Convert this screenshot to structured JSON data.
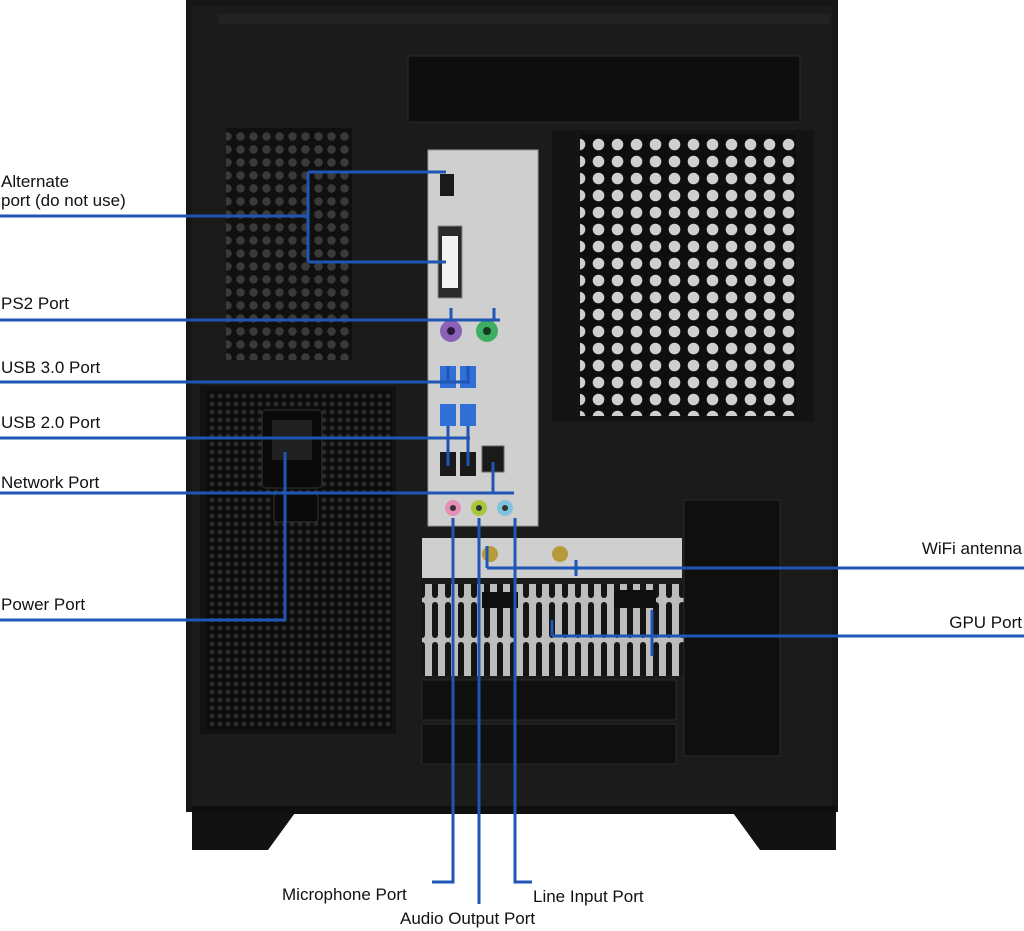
{
  "labels": {
    "alternate_port": "Alternate\nport (do not use)",
    "ps2_port": "PS2 Port",
    "usb30_port": "USB 3.0 Port",
    "usb20_port": "USB 2.0 Port",
    "network_port": "Network Port",
    "power_port": "Power Port",
    "wifi_antenna": "WiFi antenna",
    "gpu_port": "GPU Port",
    "microphone_port": "Microphone Port",
    "audio_output_port": "Audio Output Port",
    "line_input_port": "Line Input Port"
  },
  "colors": {
    "leader_line": "#1f56b5",
    "case_body": "#141414",
    "io_shield": "#c9c9c9",
    "usb3": "#2f6fd6",
    "mic_jack": "#e58fb8",
    "audio_jack": "#a6c83a",
    "line_jack": "#7fc3dc",
    "ps2_keyboard": "#8c62b8",
    "ps2_mouse": "#3fae62"
  }
}
